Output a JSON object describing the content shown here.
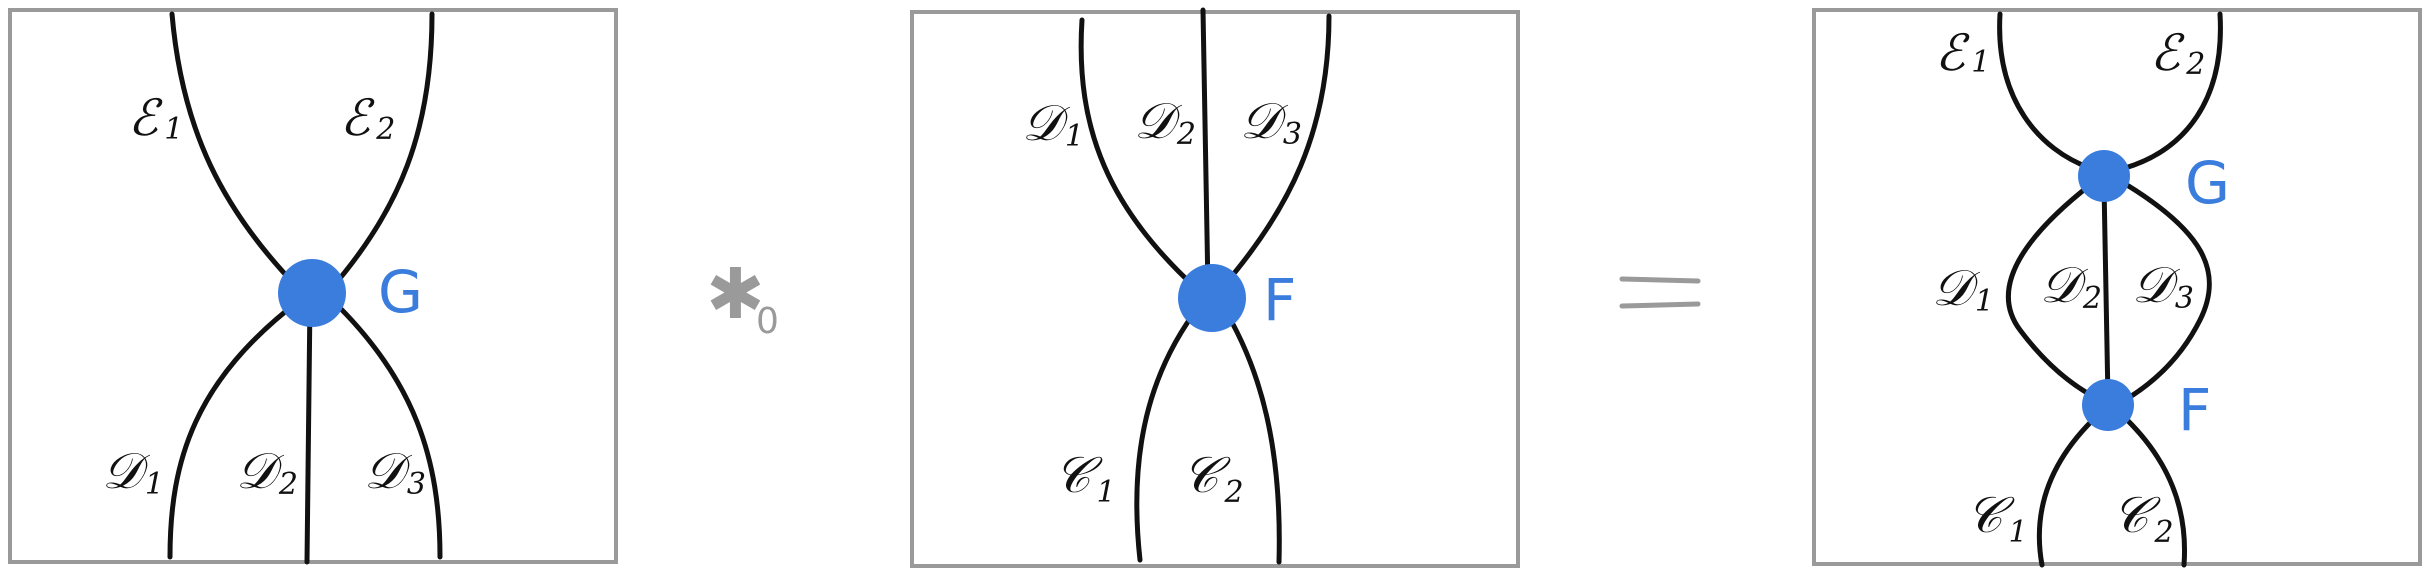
{
  "panel_g": {
    "top_labels": [
      {
        "main": "ℰ",
        "sub": "1"
      },
      {
        "main": "ℰ",
        "sub": "2"
      }
    ],
    "bottom_labels": [
      {
        "main": "𝒟",
        "sub": "1"
      },
      {
        "main": "𝒟",
        "sub": "2"
      },
      {
        "main": "𝒟",
        "sub": "3"
      }
    ],
    "vertex_label": "G"
  },
  "operator": {
    "symbol": "✱",
    "subscript": "0"
  },
  "panel_f": {
    "top_labels": [
      {
        "main": "𝒟",
        "sub": "1"
      },
      {
        "main": "𝒟",
        "sub": "2"
      },
      {
        "main": "𝒟",
        "sub": "3"
      }
    ],
    "bottom_labels": [
      {
        "main": "𝒞",
        "sub": "1"
      },
      {
        "main": "𝒞",
        "sub": "2"
      }
    ],
    "vertex_label": "F"
  },
  "panel_result": {
    "top_labels": [
      {
        "main": "ℰ",
        "sub": "1"
      },
      {
        "main": "ℰ",
        "sub": "2"
      }
    ],
    "middle_labels": [
      {
        "main": "𝒟",
        "sub": "1"
      },
      {
        "main": "𝒟",
        "sub": "2"
      },
      {
        "main": "𝒟",
        "sub": "3"
      }
    ],
    "bottom_labels": [
      {
        "main": "𝒞",
        "sub": "1"
      },
      {
        "main": "𝒞",
        "sub": "2"
      }
    ],
    "vertex_top_label": "G",
    "vertex_bottom_label": "F"
  },
  "colors": {
    "vertex": "#3b7ddd",
    "frame": "#9a9a9a",
    "strand": "#111111"
  }
}
